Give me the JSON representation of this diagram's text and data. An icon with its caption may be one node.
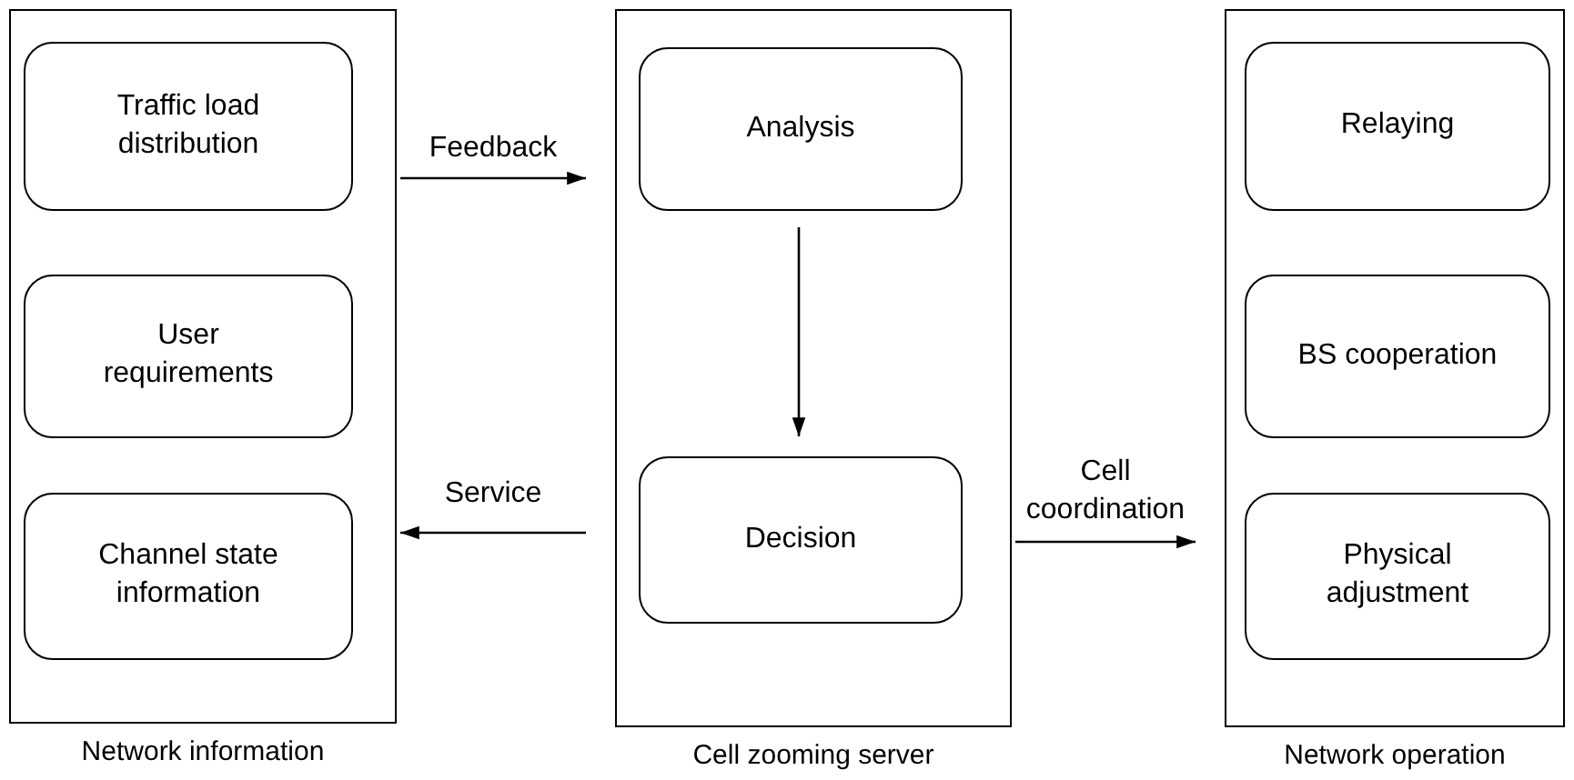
{
  "diagram": {
    "nodes": [
      {
        "text": [],
        "shape": "box",
        "beside": [
          "Network information"
        ]
      },
      {
        "text": [
          "Traffic load distribution"
        ],
        "in": 0
      },
      {
        "text": [
          "User requirements"
        ],
        "in": 0
      },
      {
        "text": [
          "Channel state information"
        ],
        "in": 0
      },
      {
        "text": [],
        "shape": "box",
        "beside": [
          "Cell zooming server"
        ]
      },
      {
        "text": [
          "Analysis"
        ],
        "in": 4
      },
      {
        "text": [
          "Decision"
        ],
        "in": 4
      },
      {
        "text": [],
        "shape": "box",
        "beside": [
          "Network operation"
        ]
      },
      {
        "text": [
          "Relaying"
        ],
        "in": 7
      },
      {
        "text": [
          "BS cooperation"
        ],
        "in": 7
      },
      {
        "text": [
          "Physical adjustment"
        ],
        "in": 7
      }
    ],
    "edges": [
      {
        "from": 0,
        "to": 4,
        "arrow": "to",
        "label": "Feedback"
      },
      {
        "from": 5,
        "to": 6,
        "arrow": "to"
      },
      {
        "from": 4,
        "to": 0,
        "arrow": "to",
        "label": "Service"
      },
      {
        "from": 4,
        "to": 7,
        "arrow": "to",
        "label": "Cell coordination"
      }
    ]
  }
}
